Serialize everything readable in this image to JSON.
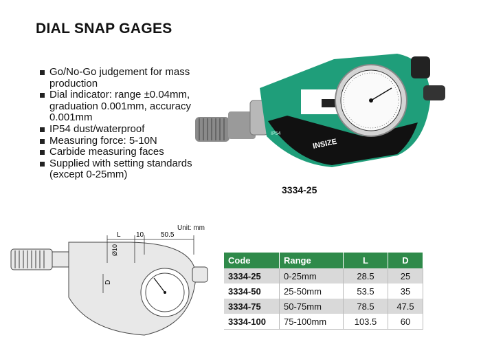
{
  "title": "DIAL SNAP GAGES",
  "features": [
    "Go/No-Go judgement for mass production",
    "Dial indicator: range ±0.04mm, graduation 0.001mm, accuracy 0.001mm",
    "IP54 dust/waterproof",
    "Measuring force: 5-10N",
    "Carbide measuring faces",
    "Supplied with setting standards (except 0-25mm)"
  ],
  "photo": {
    "model_caption": "3334-25",
    "brand": "INSIZE",
    "ip_marking": "IP54",
    "body_color": "#1f9e7a"
  },
  "drawing": {
    "unit_label": "Unit: mm",
    "dim_L": "L",
    "dim_10": "10",
    "dim_505": "50.5",
    "dim_dia10": "Ø10",
    "dim_D": "D"
  },
  "table": {
    "header_color": "#2f8a4a",
    "headers": [
      "Code",
      "Range",
      "L",
      "D"
    ],
    "rows": [
      [
        "3334-25",
        "0-25mm",
        "28.5",
        "25"
      ],
      [
        "3334-50",
        "25-50mm",
        "53.5",
        "35"
      ],
      [
        "3334-75",
        "50-75mm",
        "78.5",
        "47.5"
      ],
      [
        "3334-100",
        "75-100mm",
        "103.5",
        "60"
      ]
    ]
  }
}
